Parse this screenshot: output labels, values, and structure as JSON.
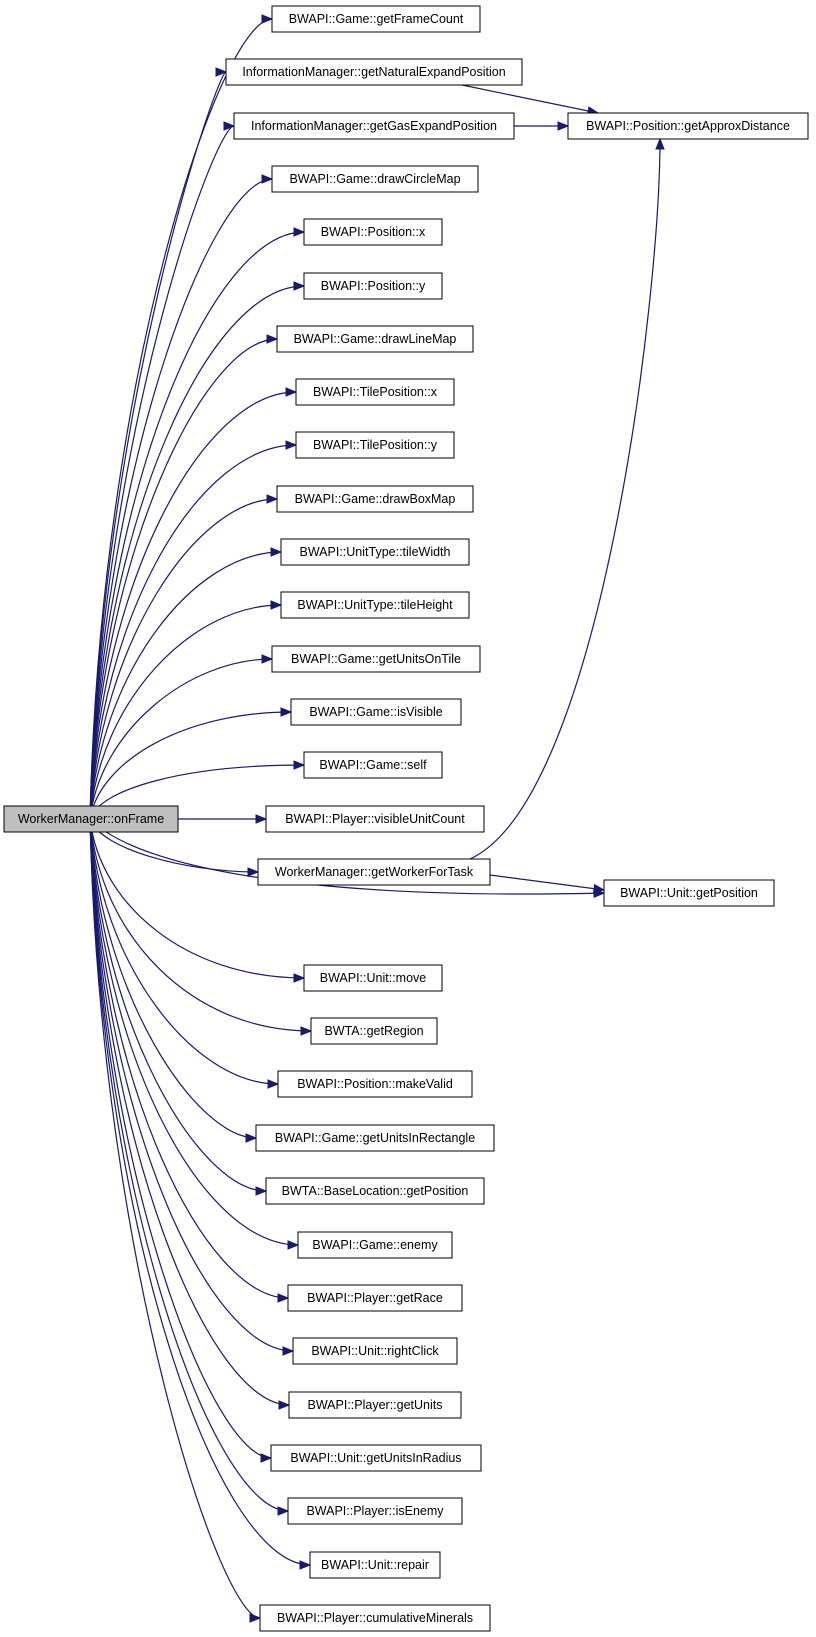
{
  "graph": {
    "root": "WorkerManager::onFrame",
    "nodes": [
      "WorkerManager::onFrame",
      "BWAPI::Game::getFrameCount",
      "InformationManager::getNaturalExpandPosition",
      "InformationManager::getGasExpandPosition",
      "BWAPI::Position::getApproxDistance",
      "BWAPI::Game::drawCircleMap",
      "BWAPI::Position::x",
      "BWAPI::Position::y",
      "BWAPI::Game::drawLineMap",
      "BWAPI::TilePosition::x",
      "BWAPI::TilePosition::y",
      "BWAPI::Game::drawBoxMap",
      "BWAPI::UnitType::tileWidth",
      "BWAPI::UnitType::tileHeight",
      "BWAPI::Game::getUnitsOnTile",
      "BWAPI::Game::isVisible",
      "BWAPI::Game::self",
      "BWAPI::Player::visibleUnitCount",
      "WorkerManager::getWorkerForTask",
      "BWAPI::Unit::getPosition",
      "BWAPI::Unit::move",
      "BWTA::getRegion",
      "BWAPI::Position::makeValid",
      "BWAPI::Game::getUnitsInRectangle",
      "BWTA::BaseLocation::getPosition",
      "BWAPI::Game::enemy",
      "BWAPI::Player::getRace",
      "BWAPI::Unit::rightClick",
      "BWAPI::Player::getUnits",
      "BWAPI::Unit::getUnitsInRadius",
      "BWAPI::Player::isEnemy",
      "BWAPI::Unit::repair",
      "BWAPI::Player::cumulativeMinerals"
    ],
    "edges": [
      [
        "WorkerManager::onFrame",
        "BWAPI::Game::getFrameCount"
      ],
      [
        "WorkerManager::onFrame",
        "InformationManager::getNaturalExpandPosition"
      ],
      [
        "WorkerManager::onFrame",
        "InformationManager::getGasExpandPosition"
      ],
      [
        "InformationManager::getNaturalExpandPosition",
        "BWAPI::Position::getApproxDistance"
      ],
      [
        "InformationManager::getGasExpandPosition",
        "BWAPI::Position::getApproxDistance"
      ],
      [
        "WorkerManager::onFrame",
        "BWAPI::Game::drawCircleMap"
      ],
      [
        "WorkerManager::onFrame",
        "BWAPI::Position::x"
      ],
      [
        "WorkerManager::onFrame",
        "BWAPI::Position::y"
      ],
      [
        "WorkerManager::onFrame",
        "BWAPI::Game::drawLineMap"
      ],
      [
        "WorkerManager::onFrame",
        "BWAPI::TilePosition::x"
      ],
      [
        "WorkerManager::onFrame",
        "BWAPI::TilePosition::y"
      ],
      [
        "WorkerManager::onFrame",
        "BWAPI::Game::drawBoxMap"
      ],
      [
        "WorkerManager::onFrame",
        "BWAPI::UnitType::tileWidth"
      ],
      [
        "WorkerManager::onFrame",
        "BWAPI::UnitType::tileHeight"
      ],
      [
        "WorkerManager::onFrame",
        "BWAPI::Game::getUnitsOnTile"
      ],
      [
        "WorkerManager::onFrame",
        "BWAPI::Game::isVisible"
      ],
      [
        "WorkerManager::onFrame",
        "BWAPI::Game::self"
      ],
      [
        "WorkerManager::onFrame",
        "BWAPI::Player::visibleUnitCount"
      ],
      [
        "WorkerManager::onFrame",
        "WorkerManager::getWorkerForTask"
      ],
      [
        "WorkerManager::getWorkerForTask",
        "BWAPI::Position::getApproxDistance"
      ],
      [
        "WorkerManager::getWorkerForTask",
        "BWAPI::Unit::getPosition"
      ],
      [
        "WorkerManager::onFrame",
        "BWAPI::Unit::getPosition"
      ],
      [
        "WorkerManager::onFrame",
        "BWAPI::Unit::move"
      ],
      [
        "WorkerManager::onFrame",
        "BWTA::getRegion"
      ],
      [
        "WorkerManager::onFrame",
        "BWAPI::Position::makeValid"
      ],
      [
        "WorkerManager::onFrame",
        "BWAPI::Game::getUnitsInRectangle"
      ],
      [
        "WorkerManager::onFrame",
        "BWTA::BaseLocation::getPosition"
      ],
      [
        "WorkerManager::onFrame",
        "BWAPI::Game::enemy"
      ],
      [
        "WorkerManager::onFrame",
        "BWAPI::Player::getRace"
      ],
      [
        "WorkerManager::onFrame",
        "BWAPI::Unit::rightClick"
      ],
      [
        "WorkerManager::onFrame",
        "BWAPI::Player::getUnits"
      ],
      [
        "WorkerManager::onFrame",
        "BWAPI::Unit::getUnitsInRadius"
      ],
      [
        "WorkerManager::onFrame",
        "BWAPI::Player::isEnemy"
      ],
      [
        "WorkerManager::onFrame",
        "BWAPI::Unit::repair"
      ],
      [
        "WorkerManager::onFrame",
        "BWAPI::Player::cumulativeMinerals"
      ]
    ]
  },
  "colors": {
    "edge": "#191970",
    "root_fill": "#bfbfbf",
    "node_fill": "#ffffff",
    "node_stroke": "#000000"
  }
}
